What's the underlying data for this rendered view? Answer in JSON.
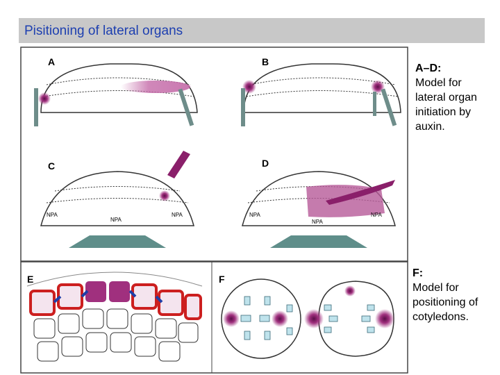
{
  "title": "Pisitioning of lateral organs",
  "figure": {
    "panels": [
      "A",
      "B",
      "C",
      "D",
      "E",
      "F"
    ],
    "npa_label": "NPA"
  },
  "captions": {
    "ad": {
      "heading": "A–D:",
      "lines": [
        "Model for",
        "lateral organ",
        "initiation by",
        "auxin."
      ]
    },
    "f": {
      "heading": "F:",
      "lines": [
        "Model for",
        "positioning of",
        "cotyledons."
      ]
    }
  },
  "colors": {
    "title_bg": "#c8c8c8",
    "title_text": "#1d3fb0",
    "auxin": "#a0307e",
    "arrow_block": "#5f8e8a",
    "cell_wall_red": "#cc1f1f",
    "cell_wall_blue": "#1f3fa8",
    "pin_arrow": "#bfe3ec"
  }
}
